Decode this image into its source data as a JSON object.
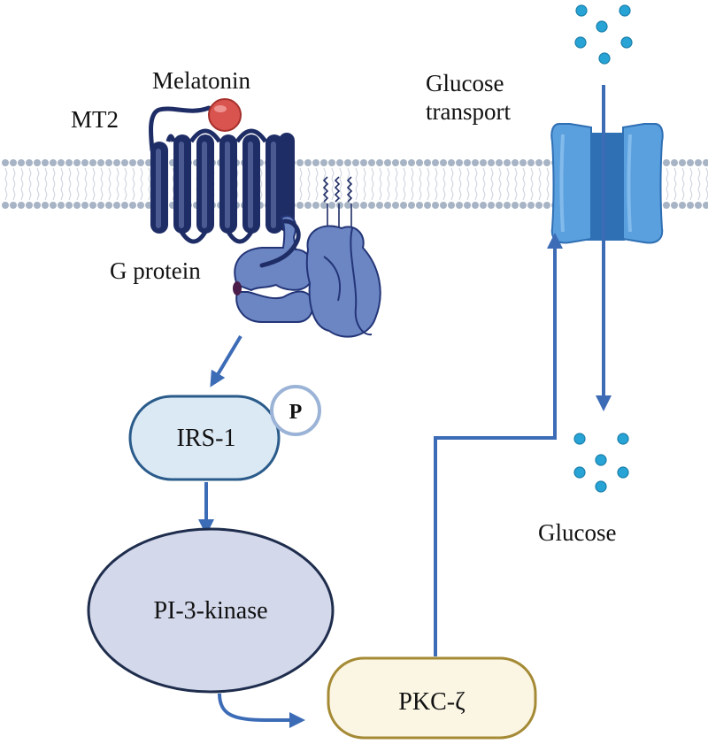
{
  "labels": {
    "melatonin": "Melatonin",
    "mt2": "MT2",
    "g_protein": "G protein",
    "glucose_transport_line1": "Glucose",
    "glucose_transport_line2": "transport",
    "glucose": "Glucose",
    "irs1": "IRS-1",
    "phospho": "P",
    "pi3k": "PI-3-kinase",
    "pkc": "PKC-ζ"
  },
  "colors": {
    "membrane_head": "#a7b4c5",
    "membrane_tail": "#c8d0db",
    "receptor": "#1f2d66",
    "ligand": "#d9534f",
    "g_protein": "#6c86c4",
    "transporter": "#5aa0de",
    "transporter_dark": "#2f6fb4",
    "arrow": "#3d6cb7",
    "glucose_dot": "#27a3d6",
    "irs1_fill": "#dbe9f5",
    "irs1_stroke": "#2a5b8a",
    "pi3k_fill": "#d3d8eb",
    "pi3k_stroke": "#1f2d4d",
    "pkc_fill": "#fbf6e4",
    "pkc_stroke": "#a58a35"
  }
}
